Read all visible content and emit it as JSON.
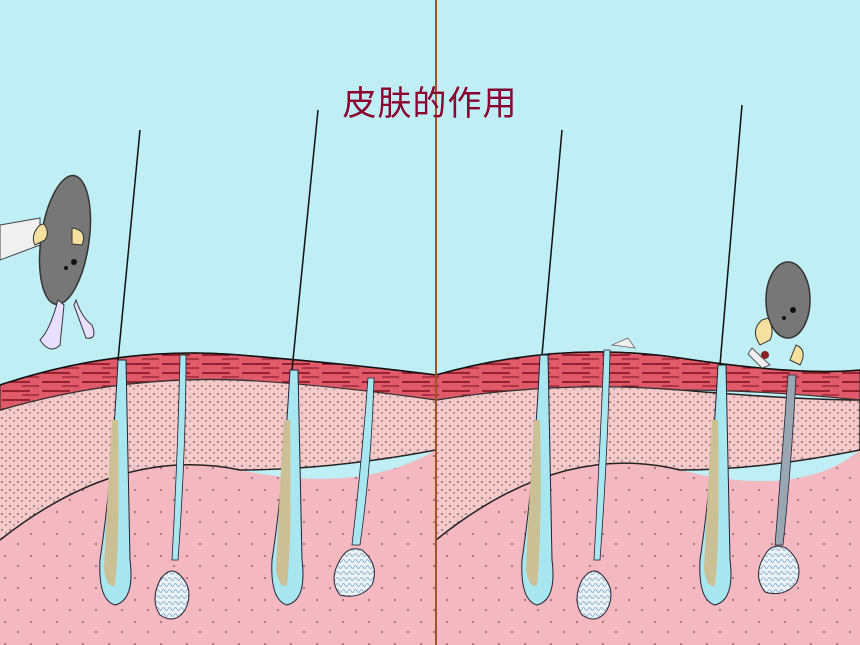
{
  "slide": {
    "title": "皮肤的作用"
  },
  "colors": {
    "sky": "#bfeef5",
    "epidermis": "#e05a6a",
    "epidermis_lines": "#7a1020",
    "dermis": "#f3c9c9",
    "subcutis": "#f4b8c0",
    "follicle_sheath": "#a8e6f0",
    "hair_root": "#cbbf95",
    "gland": "#c8d8e8",
    "microbe": "#777777",
    "title": "#8b0030",
    "divider": "#a0522d"
  },
  "panels": [
    {
      "name": "before",
      "microbe_state": "attacking-from-outside"
    },
    {
      "name": "after",
      "microbe_state": "entering-through-pore"
    }
  ]
}
